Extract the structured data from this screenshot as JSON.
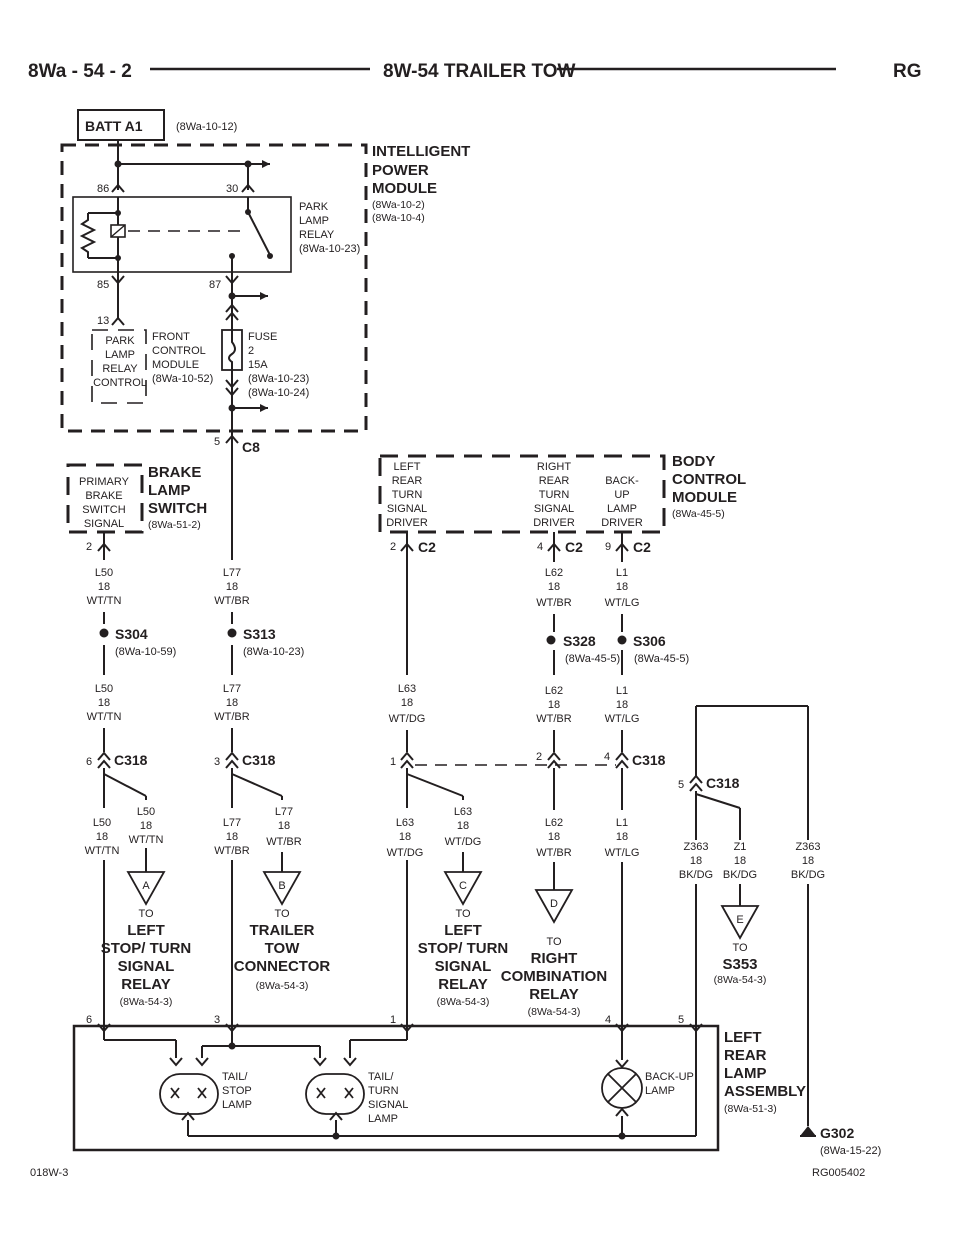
{
  "header": {
    "left": "8Wa - 54 - 2",
    "title": "8W-54 TRAILER TOW",
    "right": "RG"
  },
  "footer": {
    "left": "018W-3",
    "right": "RG005402"
  },
  "batt": {
    "label": "BATT A1",
    "ref": "(8Wa-10-12)"
  },
  "ipm": {
    "title": [
      "INTELLIGENT",
      "POWER",
      "MODULE"
    ],
    "refs": [
      "(8Wa-10-2)",
      "(8Wa-10-4)"
    ],
    "relay": [
      "PARK",
      "LAMP",
      "RELAY",
      "(8Wa-10-23)"
    ],
    "pins": {
      "p86": "86",
      "p30": "30",
      "p85": "85",
      "p87": "87",
      "p13": "13"
    },
    "fuse": [
      "FUSE",
      "2",
      "15A",
      "(8Wa-10-23)",
      "(8Wa-10-24)"
    ]
  },
  "fcm": {
    "inner": [
      "PARK",
      "LAMP",
      "RELAY",
      "CONTROL"
    ],
    "label": [
      "FRONT",
      "CONTROL",
      "MODULE",
      "(8Wa-10-52)"
    ]
  },
  "c8": {
    "pin": "5",
    "name": "C8"
  },
  "brake": {
    "inner": [
      "PRIMARY",
      "BRAKE",
      "SWITCH",
      "SIGNAL"
    ],
    "title": [
      "BRAKE",
      "LAMP",
      "SWITCH"
    ],
    "ref": "(8Wa-51-2)",
    "pin": "2"
  },
  "bcm": {
    "title": [
      "BODY",
      "CONTROL",
      "MODULE"
    ],
    "ref": "(8Wa-45-5)",
    "d1": [
      "LEFT",
      "REAR",
      "TURN",
      "SIGNAL",
      "DRIVER"
    ],
    "d2": [
      "RIGHT",
      "REAR",
      "TURN",
      "SIGNAL",
      "DRIVER"
    ],
    "d3": [
      "BACK-",
      "UP",
      "LAMP",
      "DRIVER"
    ],
    "pins": [
      "2",
      "4",
      "9"
    ],
    "conn": "C2"
  },
  "wires": {
    "l50": [
      "L50",
      "18",
      "WT/TN"
    ],
    "l77": [
      "L77",
      "18",
      "WT/BR"
    ],
    "l63": [
      "L63",
      "18",
      "WT/DG"
    ],
    "l62": [
      "L62",
      "18",
      "WT/BR"
    ],
    "l1": [
      "L1",
      "18",
      "WT/LG"
    ],
    "z363": [
      "Z363",
      "18",
      "BK/DG"
    ],
    "z1": [
      "Z1",
      "18",
      "BK/DG"
    ]
  },
  "splices": {
    "s304": {
      "name": "S304",
      "ref": "(8Wa-10-59)"
    },
    "s313": {
      "name": "S313",
      "ref": "(8Wa-10-23)"
    },
    "s328": {
      "name": "S328",
      "ref": "(8Wa-45-5)"
    },
    "s306": {
      "name": "S306",
      "ref": "(8Wa-45-5)"
    }
  },
  "c318": {
    "name": "C318",
    "pins": [
      "6",
      "3",
      "1",
      "2",
      "4",
      "5"
    ]
  },
  "offpage": {
    "a": {
      "letter": "A",
      "to": "TO",
      "dest": [
        "LEFT",
        "STOP/ TURN",
        "SIGNAL",
        "RELAY"
      ],
      "ref": "(8Wa-54-3)"
    },
    "b": {
      "letter": "B",
      "to": "TO",
      "dest": [
        "TRAILER",
        "TOW",
        "CONNECTOR"
      ],
      "ref": "(8Wa-54-3)"
    },
    "c": {
      "letter": "C",
      "to": "TO",
      "dest": [
        "LEFT",
        "STOP/ TURN",
        "SIGNAL",
        "RELAY"
      ],
      "ref": "(8Wa-54-3)"
    },
    "d": {
      "letter": "D",
      "to": "TO",
      "dest": [
        "RIGHT",
        "COMBINATION",
        "RELAY"
      ],
      "ref": "(8Wa-54-3)"
    },
    "e": {
      "letter": "E",
      "to": "TO",
      "dest": [
        "S353"
      ],
      "ref": "(8Wa-54-3)"
    }
  },
  "lamp_assy": {
    "title": [
      "LEFT",
      "REAR",
      "LAMP",
      "ASSEMBLY"
    ],
    "ref": "(8Wa-51-3)",
    "pins": [
      "6",
      "3",
      "1",
      "4",
      "5"
    ],
    "tail_stop": [
      "TAIL/",
      "STOP",
      "LAMP"
    ],
    "tail_turn": [
      "TAIL/",
      "TURN",
      "SIGNAL",
      "LAMP"
    ],
    "backup": [
      "BACK-UP",
      "LAMP"
    ]
  },
  "ground": {
    "name": "G302",
    "ref": "(8Wa-15-22)"
  }
}
